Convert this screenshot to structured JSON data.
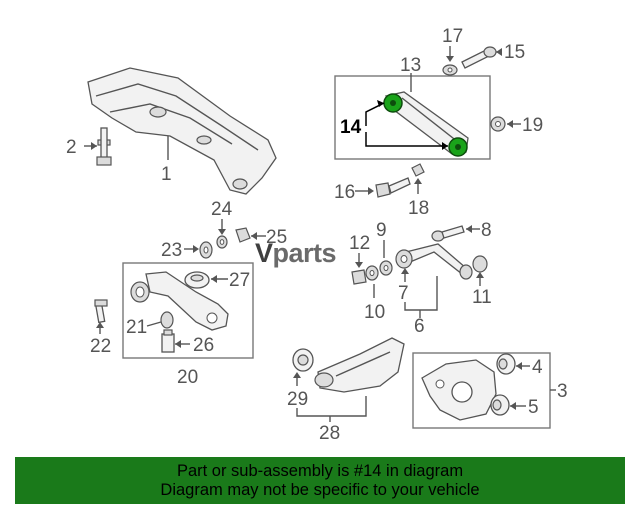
{
  "callouts": {
    "n1": "1",
    "n2": "2",
    "n3": "3",
    "n4": "4",
    "n5": "5",
    "n6": "6",
    "n7": "7",
    "n8": "8",
    "n9": "9",
    "n10": "10",
    "n11": "11",
    "n12": "12",
    "n13": "13",
    "n14": "14",
    "n15": "15",
    "n16": "16",
    "n17": "17",
    "n18": "18",
    "n19": "19",
    "n20": "20",
    "n21": "21",
    "n22": "22",
    "n23": "23",
    "n24": "24",
    "n25": "25",
    "n26": "26",
    "n27": "27",
    "n28": "28",
    "n29": "29"
  },
  "watermark": {
    "v": "V",
    "rest": "parts"
  },
  "banner": {
    "line1": "Part or sub-assembly is #14 in diagram",
    "line2": "Diagram may not be specific to your vehicle"
  },
  "colors": {
    "banner_bg": "#1a7a1a",
    "highlight_bushing": "#1aa31a",
    "line": "#555555"
  }
}
